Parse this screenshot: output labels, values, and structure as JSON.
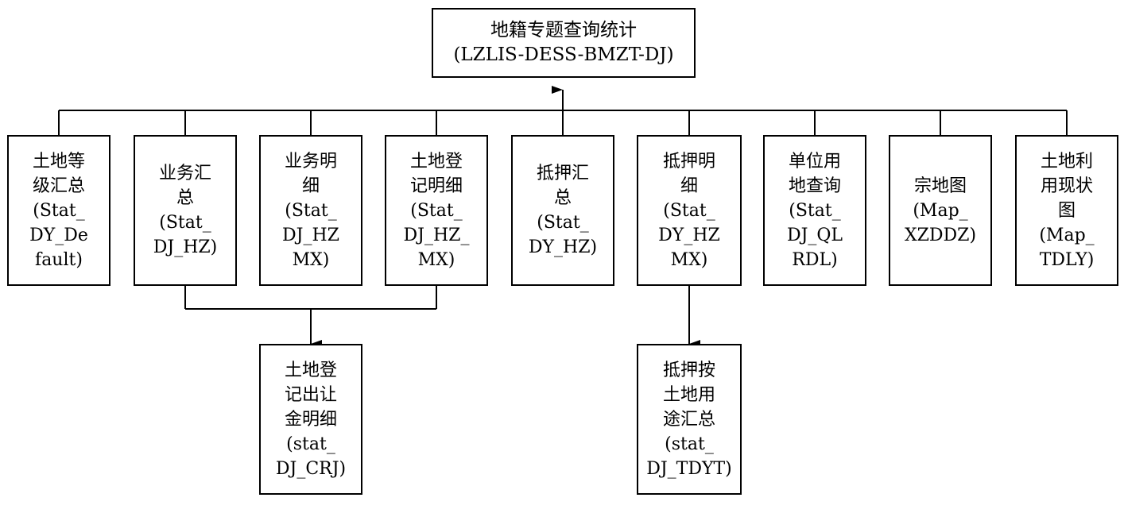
{
  "root": {
    "lines": [
      "地籍专题查询统计",
      "(LZLIS-DESS-BMZT-DJ)"
    ]
  },
  "modules": [
    {
      "id": "m1",
      "lines": [
        "土地等",
        "级汇总",
        "(Stat_",
        "DY_De",
        "fault)"
      ]
    },
    {
      "id": "m2",
      "lines": [
        "业务汇",
        "总",
        "(Stat_",
        "DJ_HZ)"
      ]
    },
    {
      "id": "m3",
      "lines": [
        "业务明",
        "细",
        "(Stat_",
        "DJ_HZ",
        "MX)"
      ]
    },
    {
      "id": "m4",
      "lines": [
        "土地登",
        "记明细",
        "(Stat_",
        "DJ_HZ_",
        "MX)"
      ]
    },
    {
      "id": "m5",
      "lines": [
        "抵押汇",
        "总",
        "(Stat_",
        "DY_HZ)"
      ]
    },
    {
      "id": "m6",
      "lines": [
        "抵押明",
        "细",
        "(Stat_",
        "DY_HZ",
        "MX)"
      ]
    },
    {
      "id": "m7",
      "lines": [
        "单位用",
        "地查询",
        "(Stat_",
        "DJ_QL",
        "RDL)"
      ]
    },
    {
      "id": "m8",
      "lines": [
        "宗地图",
        "(Map_",
        "XZDDZ)"
      ]
    },
    {
      "id": "m9",
      "lines": [
        "土地利",
        "用现状",
        "图",
        "(Map_",
        "TDLY)"
      ]
    }
  ],
  "sub_modules": [
    {
      "id": "s1",
      "lines": [
        "土地登",
        "记出让",
        "金明细",
        "(stat_",
        "DJ_CRJ)"
      ]
    },
    {
      "id": "s2",
      "lines": [
        "抵押按",
        "土地用",
        "途汇总",
        "(stat_",
        "DJ_TDYT)"
      ]
    }
  ]
}
